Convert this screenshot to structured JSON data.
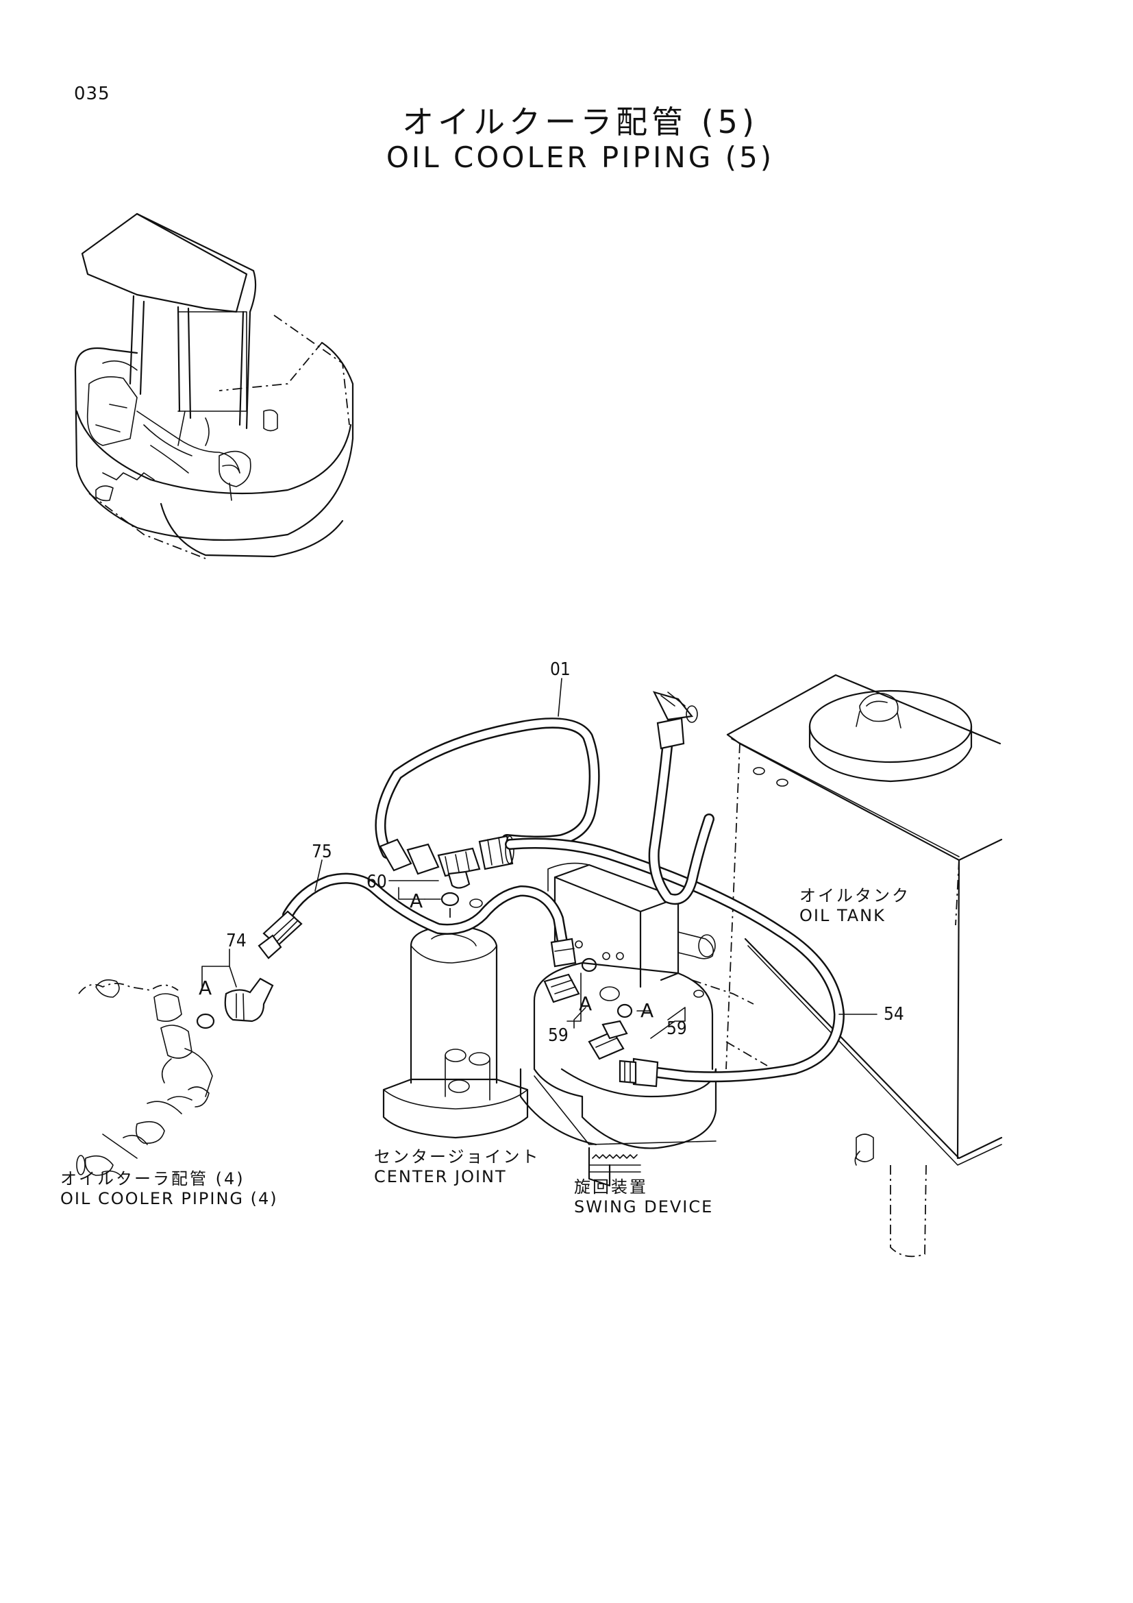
{
  "page_number": "035",
  "title_jp": "オイルクーラ配管 (5)",
  "title_en": "OIL COOLER PIPING (5)",
  "part_numbers": {
    "p01": "01",
    "p75": "75",
    "p60": "60",
    "p74": "74",
    "p59a": "59",
    "p59b": "59",
    "p54": "54"
  },
  "callouts": {
    "a1": "A",
    "a2": "A",
    "a3": "A",
    "a4": "A"
  },
  "labels": {
    "oil_tank_jp": "オイルタンク",
    "oil_tank_en": "OIL TANK",
    "center_joint_jp": "センタージョイント",
    "center_joint_en": "CENTER JOINT",
    "swing_device_jp": "旋回装置",
    "swing_device_en": "SWING DEVICE",
    "piping4_jp": "オイルクーラ配管 (4)",
    "piping4_en": "OIL COOLER PIPING (4)"
  }
}
